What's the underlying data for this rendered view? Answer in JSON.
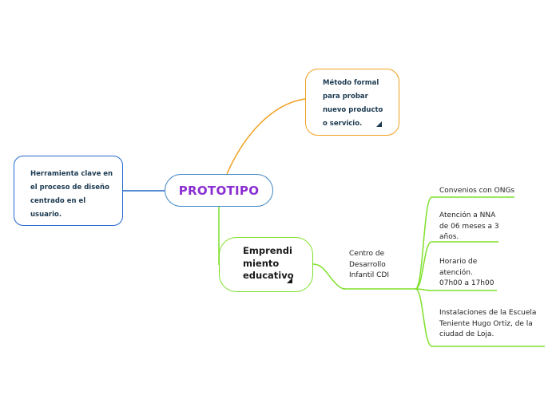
{
  "central": {
    "label": "PROTOTIPO"
  },
  "left": {
    "text": "Herramienta clave en\nel proceso de diseño\ncentrado en el\nusuario."
  },
  "top": {
    "text": "Método formal\npara probar\nnuevo producto\no servicio."
  },
  "branch": {
    "label": "Emprendi\nmiento\neducativo"
  },
  "sub": {
    "label": "Centro de\nDesarrollo\nInfantil CDI"
  },
  "details": [
    {
      "text": "Convenios con ONGs"
    },
    {
      "text": "Atención a NNA\nde 06 meses a 3\naños."
    },
    {
      "text": "Horario de\natención.\n07h00 a 17h00"
    },
    {
      "text": "Instalaciones de la Escuela\nTeniente Hugo Ortiz, de la\nciudad de Loja."
    }
  ],
  "colors": {
    "central_text": "#8b2ed1",
    "central_border": "#3d86c4",
    "left_border": "#2266cc",
    "top_border": "#f0a020",
    "green": "#7ee02a"
  }
}
